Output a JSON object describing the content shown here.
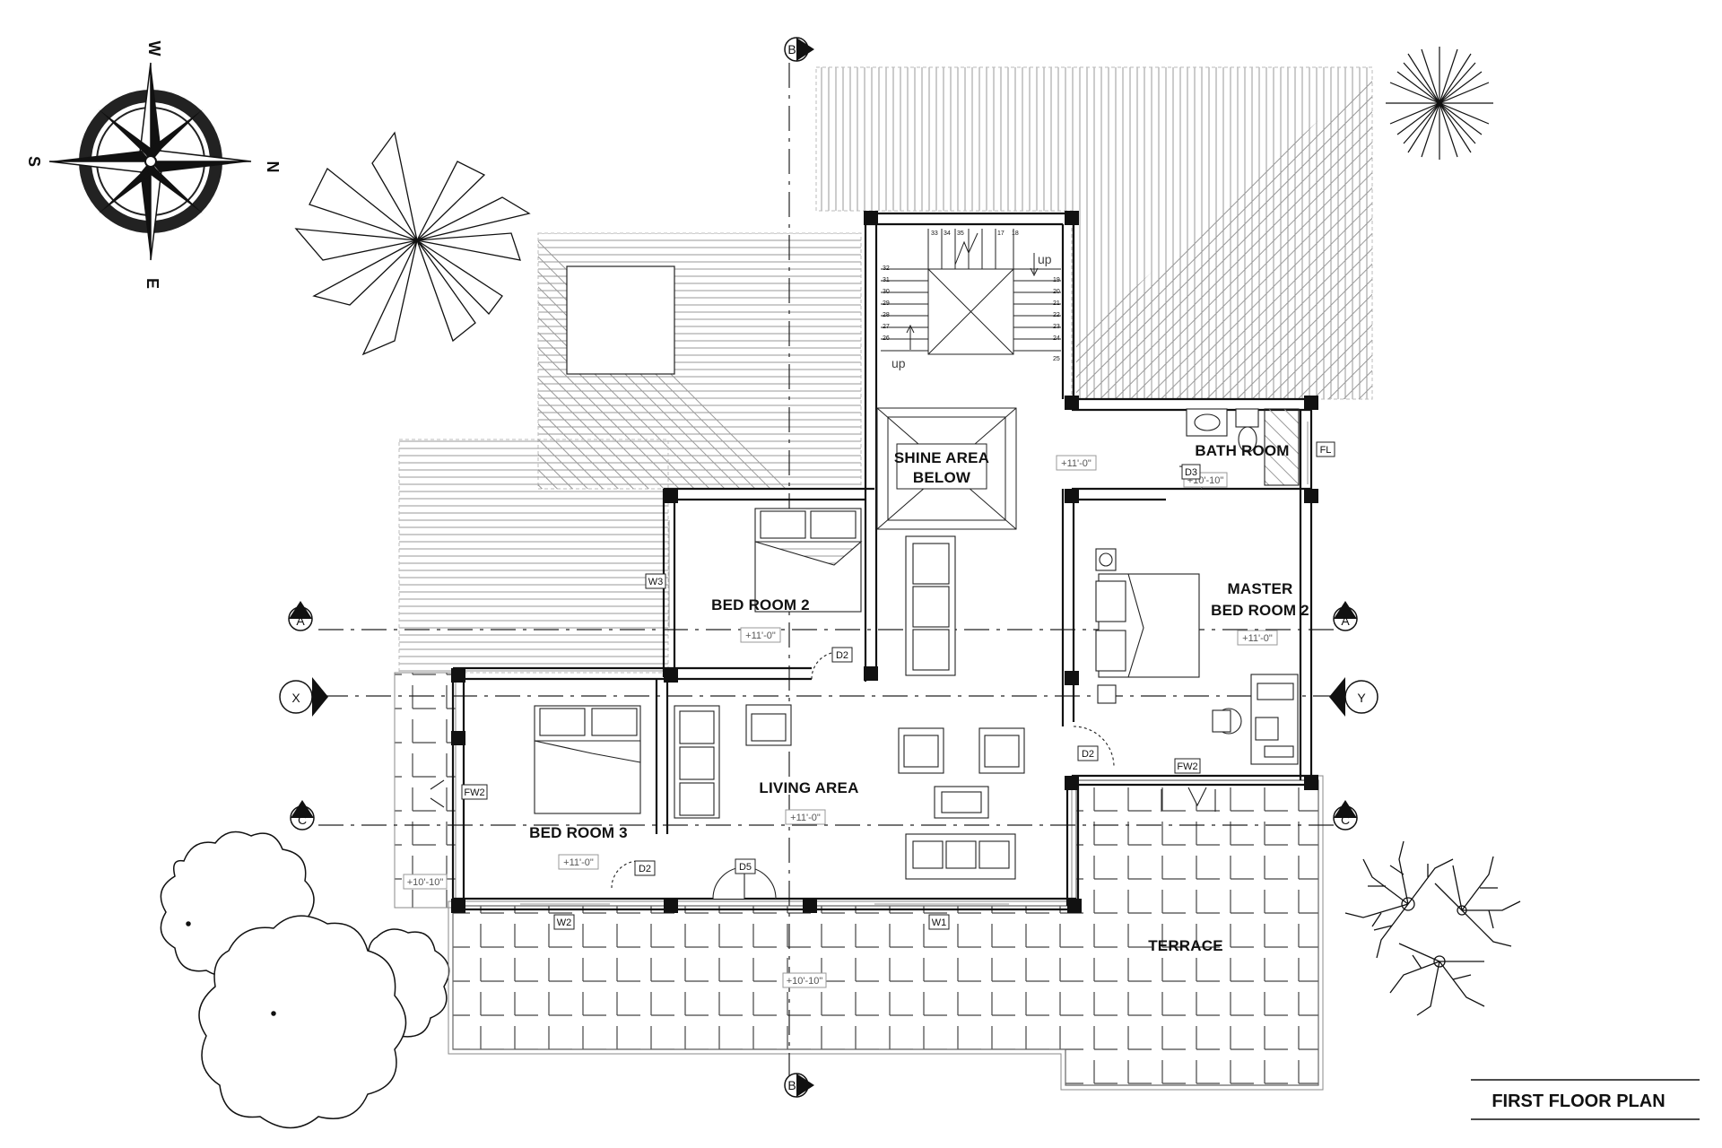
{
  "compass": {
    "north": "N",
    "south": "S",
    "east": "E",
    "west": "W"
  },
  "grid_labels": {
    "a": "A",
    "b": "B",
    "c": "C",
    "x": "X",
    "y": "Y"
  },
  "rooms": {
    "shine_area_line1": "SHINE AREA",
    "shine_area_line2": "BELOW",
    "bath_room": "BATH ROOM",
    "master_line1": "MASTER",
    "master_line2": "BED ROOM 2",
    "bed_room_2": "BED ROOM 2",
    "bed_room_3": "BED ROOM 3",
    "living_area": "LIVING AREA",
    "terrace": "TERRACE"
  },
  "levels": {
    "stair_landing": "+11'-0\"",
    "bath": "+10'-10\"",
    "master": "+11'-0\"",
    "bed2": "+11'-0\"",
    "bed3": "+11'-0\"",
    "living": "+11'-0\"",
    "balcony_left": "+10'-10\"",
    "terrace": "+10'-10\""
  },
  "tags": {
    "w1": "W1",
    "w2_front": "W2",
    "w3": "W3",
    "fw2_left": "FW2",
    "fw2_right": "FW2",
    "d2_bed2": "D2",
    "d2_bed3": "D2",
    "d2_master": "D2",
    "d3": "D3",
    "d5": "D5",
    "fl": "FL"
  },
  "stair": {
    "left_steps": [
      "32",
      "31",
      "30",
      "29",
      "28",
      "27",
      "26"
    ],
    "right_steps": [
      "19",
      "20",
      "21",
      "22",
      "23",
      "24",
      "25"
    ],
    "top_steps": [
      "33",
      "34",
      "35",
      "17",
      "18"
    ],
    "up_left": "up",
    "up_right": "up"
  },
  "title": "FIRST FLOOR PLAN"
}
